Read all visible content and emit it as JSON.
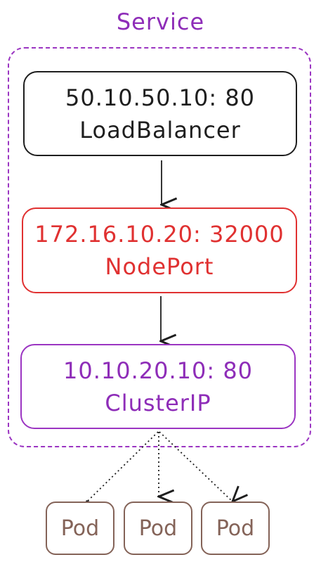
{
  "diagram": {
    "title": "Service",
    "nodes": {
      "load_balancer": {
        "address": "50.10.50.10: 80",
        "label": "LoadBalancer"
      },
      "node_port": {
        "address": "172.16.10.20: 32000",
        "label": "NodePort"
      },
      "cluster_ip": {
        "address": "10.10.20.10: 80",
        "label": "ClusterIP"
      }
    },
    "pods": [
      "Pod",
      "Pod",
      "Pod"
    ],
    "colors": {
      "service": "#9b35c2",
      "load_balancer": "#1e1e1e",
      "node_port": "#e03131",
      "cluster_ip": "#9b35c2",
      "pod": "#846358"
    }
  }
}
